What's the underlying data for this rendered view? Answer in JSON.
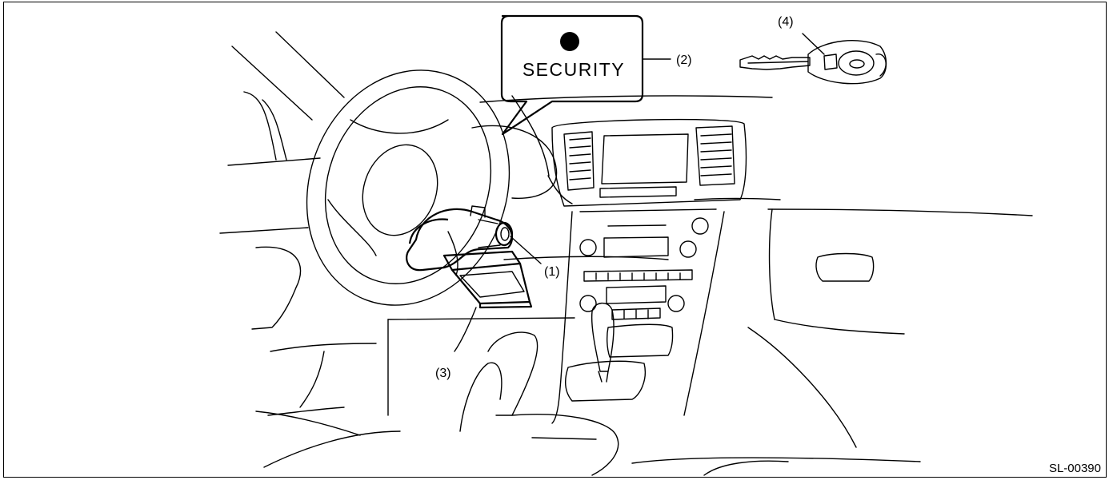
{
  "diagram": {
    "security_indicator_text": "SECURITY",
    "labels": {
      "immobilizer_antenna": "(1)",
      "security_indicator": "(2)",
      "control_module": "(3)",
      "key": "(4)"
    },
    "figure_code": "SL-00390",
    "colors": {
      "line": "#000000",
      "background": "#ffffff"
    }
  }
}
